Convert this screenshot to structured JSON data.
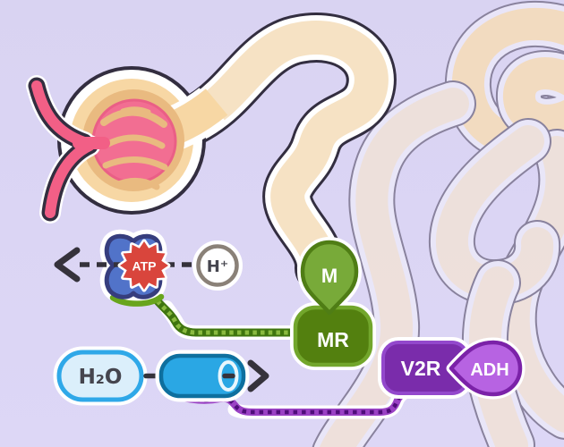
{
  "diagram": {
    "kind": "nephron-hormone-signaling-illustration",
    "labels": {
      "atp": "ATP",
      "proton": "H⁺",
      "hormone_m": "M",
      "receptor_mr": "MR",
      "water": "H₂O",
      "receptor_v2r": "V2R",
      "hormone_adh": "ADH"
    },
    "colors": {
      "background": "#DBD5F4",
      "tubule_fill": "#F7D7A4",
      "tubule_casing": "#FFFFFF",
      "tubule_outline": "#332E40",
      "faded_tubule_fill": "#EFE1DA",
      "glomerulus_pink": "#F26E92",
      "vessel_pink": "#F25F86",
      "capsule_tan": "#E9BA80",
      "pump_blue": "#5173C9",
      "pump_outline": "#363D7D",
      "atp_red": "#D9453C",
      "proton_ring_gray": "#8A8178",
      "m_pin_green": "#78AA39",
      "mr_green": "#53800F",
      "green_line": "#3F750F",
      "green_line_dash": "#8ABA40",
      "water_pill_fill": "#DBEFFB",
      "water_blue": "#2FA8E8",
      "channel_blue": "#2AA7E4",
      "channel_outline": "#0E6F9E",
      "v2r_purple": "#7A2CAB",
      "adh_purple": "#B763E2",
      "purple_line": "#9A41C4",
      "purple_line_dash": "#4F0D7A",
      "arrow_dark": "#35323B"
    }
  }
}
